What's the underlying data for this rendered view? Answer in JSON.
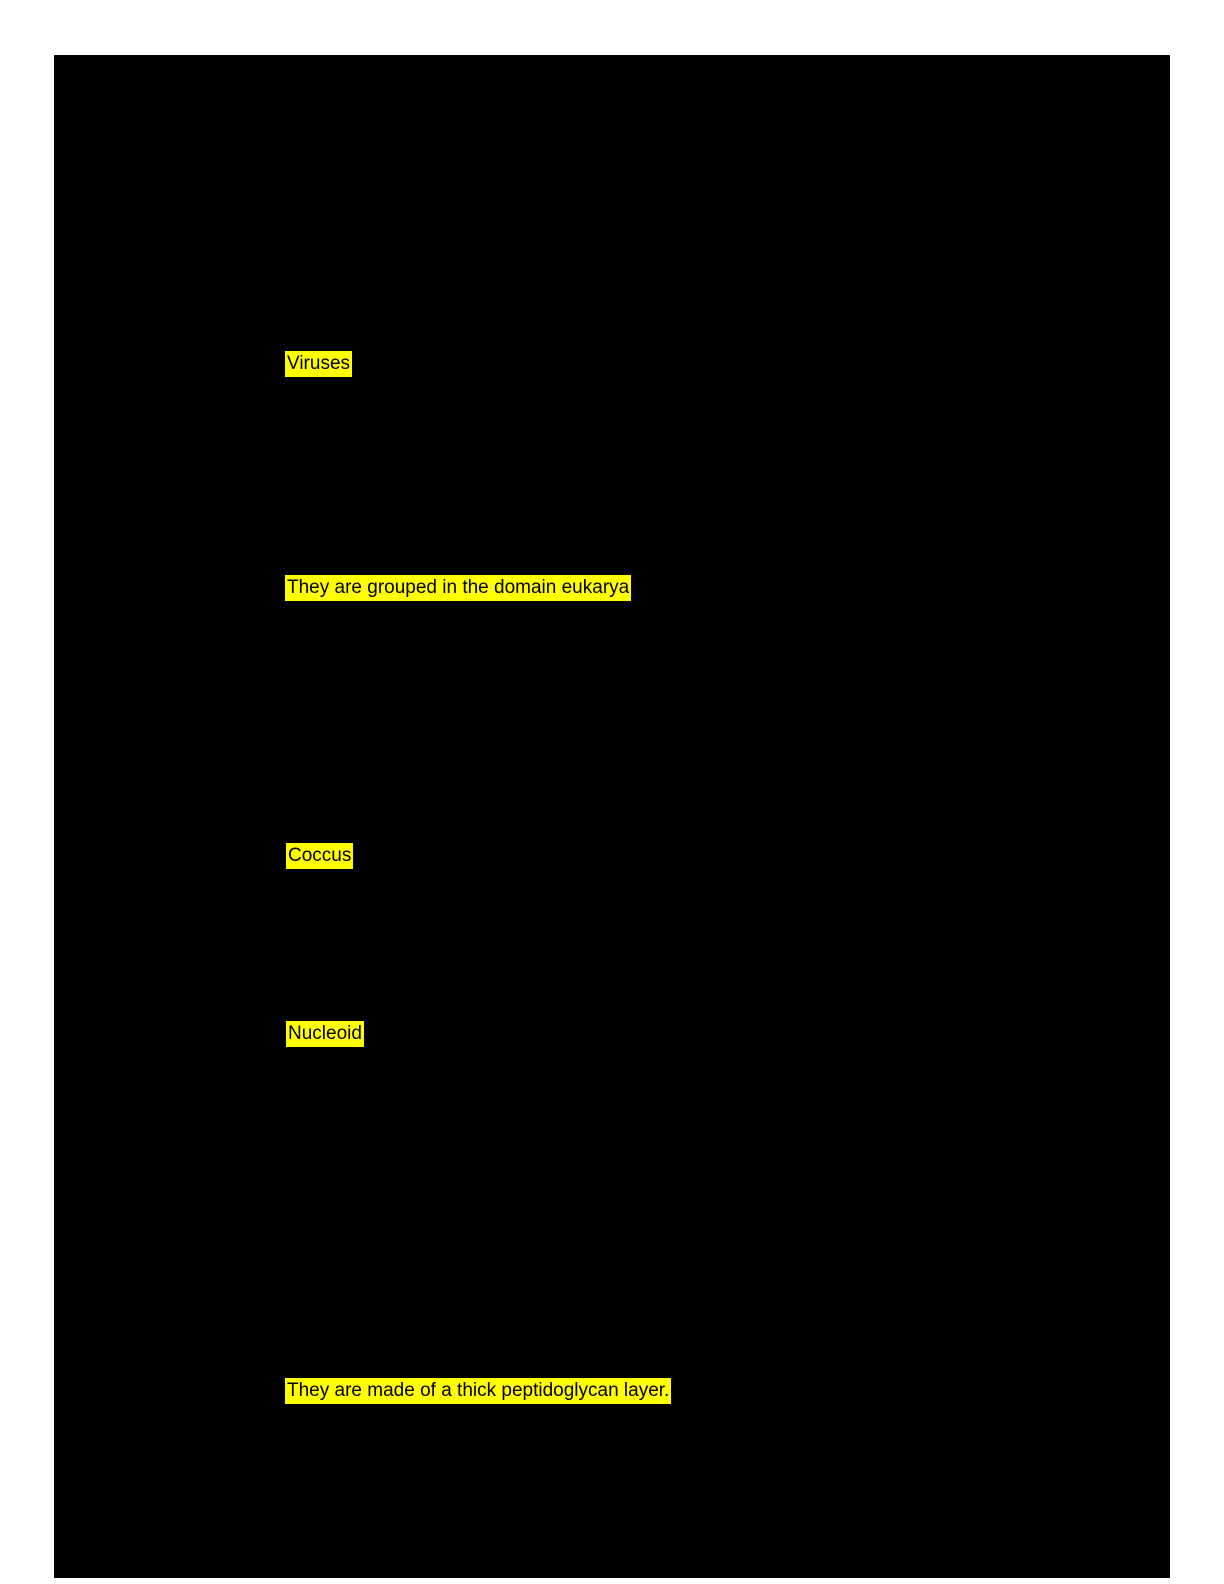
{
  "document": {
    "page_background": "#000000",
    "canvas_background": "#ffffff",
    "highlight_color": "#ffff00",
    "text_color": "#000000",
    "highlights": [
      {
        "text": "Viruses"
      },
      {
        "text": "They are grouped in the domain eukarya"
      },
      {
        "text": "Coccus"
      },
      {
        "text": "Nucleoid"
      },
      {
        "text": "They are made of a thick peptidoglycan layer."
      }
    ]
  }
}
